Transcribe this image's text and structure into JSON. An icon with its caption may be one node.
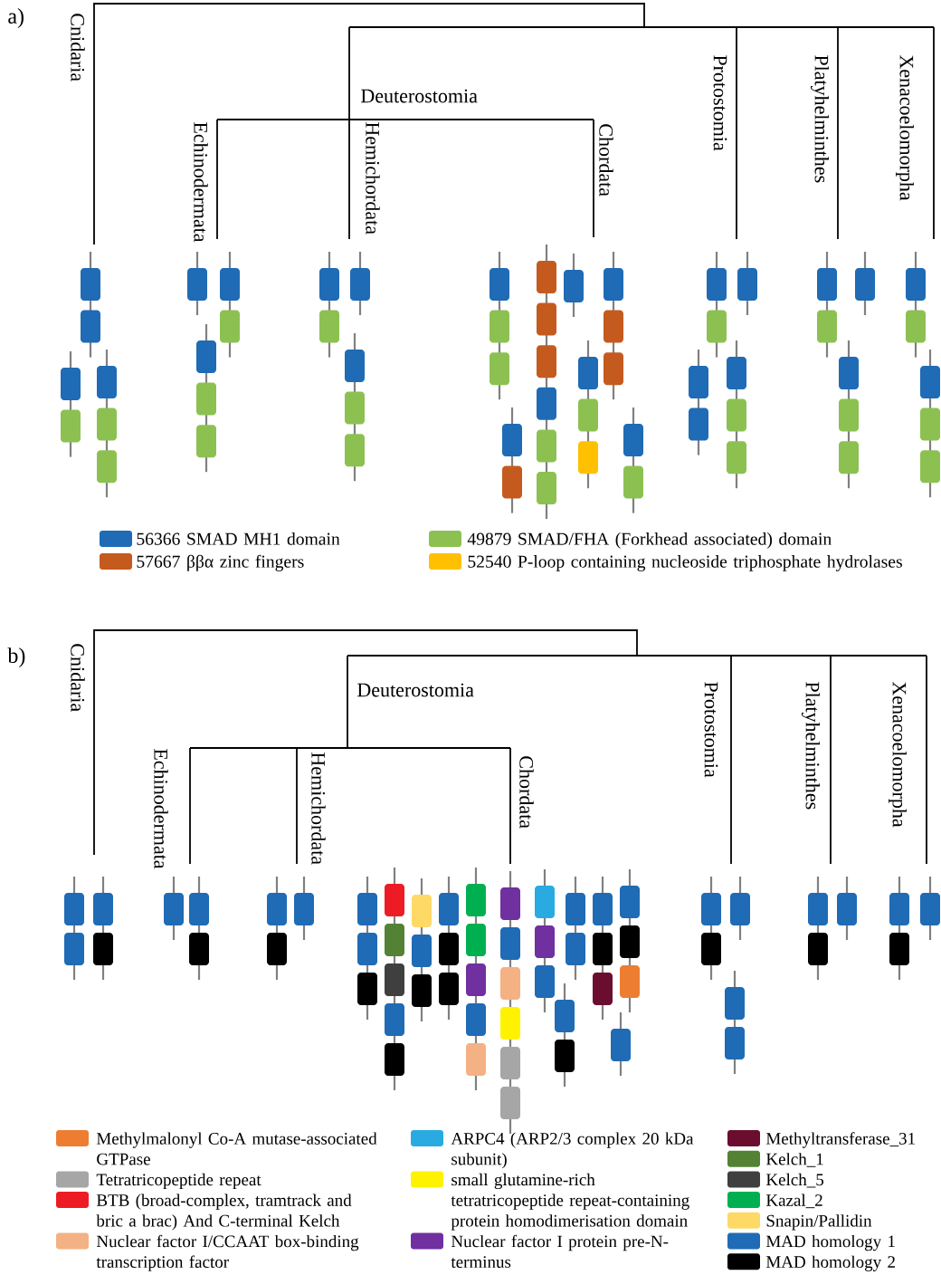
{
  "diagram": {
    "labels": [
      "a)",
      "Cnidaria",
      "Deuterostomia",
      "Echinodermata",
      "Hemichordata",
      "Chordata",
      "Protostomia",
      "Platyhelminthes",
      "Xenacoelomorpha",
      "b)",
      "Cnidaria",
      "Deuterostomia",
      "Echinodermata",
      "Hemichordata",
      "Chordata",
      "Protostomia",
      "Platyhelminthes",
      "Xenacoelomorpha"
    ],
    "legend": [
      {
        "text": "56366 SMAD MH1 domain",
        "color": "#1f6bb5"
      },
      {
        "text": "57667 ββα zinc fingers",
        "color": "#c55a1e"
      },
      {
        "text": "49879 SMAD/FHA (Forkhead associated) domain",
        "color": "#8cc152"
      },
      {
        "text": "52540 P-loop containing nucleoside triphosphate hydrolases",
        "color": "#ffc000"
      },
      {
        "text": "Methylmalonyl Co-A mutase-associated GTPase",
        "color": "#ed7d31"
      },
      {
        "text": "Tetratricopeptide repeat",
        "color": "#a6a6a6"
      },
      {
        "text": "BTB (broad-complex, tramtrack and bric a brac) And C-terminal Kelch",
        "color": "#ed1c24"
      },
      {
        "text": "Nuclear factor I/CCAAT box-binding transcription factor",
        "color": "#f4b183"
      },
      {
        "text": "ARPC4 (ARP2/3 complex 20 kDa subunit)",
        "color": "#29abe2"
      },
      {
        "text": "small glutamine-rich tetratricopeptide repeat-containing protein homodimerisation domain",
        "color": "#fff200"
      },
      {
        "text": "Nuclear factor I protein pre-N-terminus",
        "color": "#7030a0"
      },
      {
        "text": "Methyltransferase_31",
        "color": "#6b0d2f"
      },
      {
        "text": "Kelch_1",
        "color": "#548235"
      },
      {
        "text": "Kelch_5",
        "color": "#3f3f3f"
      },
      {
        "text": "Kazal_2",
        "color": "#00b050"
      },
      {
        "text": "Snapin/Pallidin",
        "color": "#ffd966"
      },
      {
        "text": "MAD homology 1",
        "color": "#1f6bb5"
      },
      {
        "text": "MAD homology 2",
        "color": "#000000"
      }
    ]
  }
}
